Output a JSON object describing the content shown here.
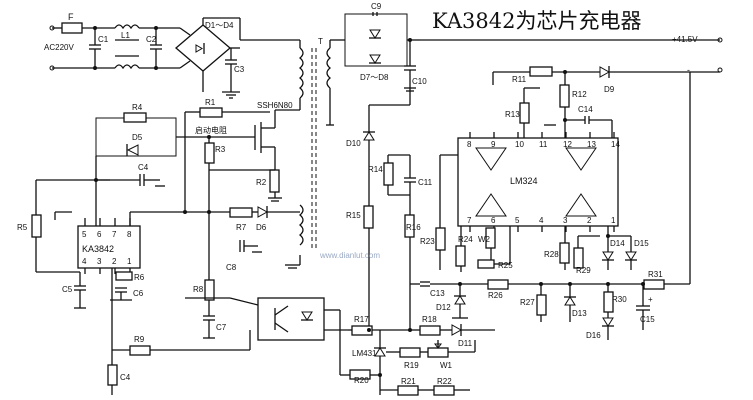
{
  "title": "KA3842为芯片充电器",
  "labels": {
    "F": "F",
    "AC": "AC220V",
    "C1": "C1",
    "L1": "L1",
    "C2": "C2",
    "D1D4": "D1～D4",
    "C3": "C3",
    "T": "T",
    "C9": "C9",
    "D7D8": "D7～D8",
    "C10": "C10",
    "V": "+41.5V",
    "minus": "-",
    "R11": "R11",
    "D9": "D9",
    "R12": "R12",
    "R13": "R13",
    "C14": "C14",
    "D10": "D10",
    "R14": "R14",
    "C11": "C11",
    "R15": "R15",
    "R16": "R16",
    "LM324": "LM324",
    "R4": "R4",
    "D5": "D5",
    "R1": "R1",
    "SSH": "SSH6N80",
    "startup": "启动电阻",
    "R3": "R3",
    "C4a": "C4",
    "R2": "R2",
    "R5": "R5",
    "KA": "KA3842",
    "R7": "R7",
    "D6": "D6",
    "C8": "C8",
    "R6": "R6",
    "C5": "C5",
    "C6": "C6",
    "R8": "R8",
    "C7": "C7",
    "R9": "R9",
    "C4b": "C4",
    "R17": "R17",
    "R18": "R18",
    "LM431": "LM431",
    "R19": "R19",
    "W1": "W1",
    "D11": "D11",
    "R20": "R20",
    "R21": "R21",
    "R22": "R22",
    "R23": "R23",
    "R24": "R24",
    "W2": "W2",
    "R25": "R25",
    "C13": "C13",
    "R26": "R26",
    "D12": "D12",
    "R27": "R27",
    "D13": "D13",
    "R28": "R28",
    "R29": "R29",
    "D14": "D14",
    "D15": "D15",
    "R31": "R31",
    "R30": "R30",
    "C15": "C15",
    "D16": "D16",
    "watermark": "www.dianlut.com"
  },
  "ka3842_pins": {
    "top": [
      "5",
      "6",
      "7",
      "8"
    ],
    "bottom": [
      "4",
      "3",
      "2",
      "1"
    ]
  },
  "lm324_pins": {
    "top": [
      "8",
      "9",
      "10",
      "11",
      "12",
      "13",
      "14"
    ],
    "bottom": [
      "7",
      "6",
      "5",
      "4",
      "3",
      "2",
      "1"
    ]
  }
}
